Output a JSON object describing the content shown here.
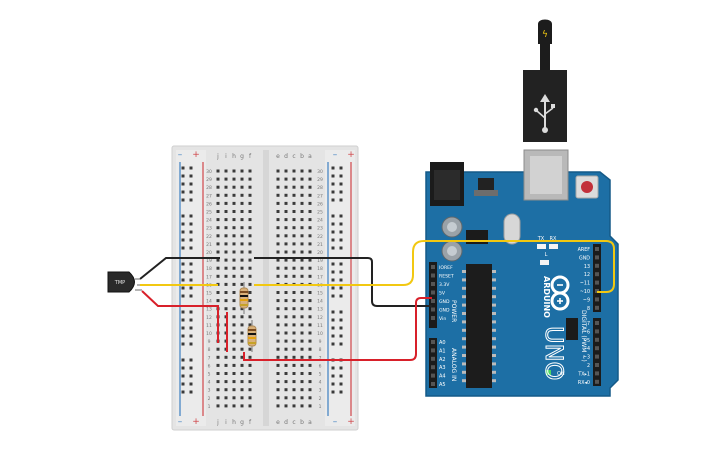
{
  "sensor": {
    "label": "TMP"
  },
  "breadboard": {
    "row_numbers": [
      "30",
      "29",
      "28",
      "27",
      "26",
      "25",
      "24",
      "23",
      "22",
      "21",
      "20",
      "19",
      "18",
      "17",
      "16",
      "15",
      "14",
      "13",
      "12",
      "11",
      "10",
      "9",
      "8",
      "7",
      "6",
      "5",
      "4",
      "3",
      "2",
      "1"
    ],
    "rail_minus": "–",
    "rail_plus": "+",
    "col_left": [
      "j",
      "i",
      "h",
      "g",
      "f"
    ],
    "col_right": [
      "e",
      "d",
      "c",
      "b",
      "a"
    ]
  },
  "arduino": {
    "brand": "ARDUINO",
    "model": "UNO",
    "led_on": "ON",
    "led_tx": "TX",
    "led_rx": "RX",
    "led_l": "L",
    "power_header_title": "POWER",
    "analog_header_title": "ANALOG IN",
    "digital_header_title": "DIGITAL (PWM ~)",
    "power_pins": [
      "IOREF",
      "RESET",
      "3.3V",
      "5V",
      "GND",
      "GND",
      "Vin"
    ],
    "analog_pins": [
      "A0",
      "A1",
      "A2",
      "A3",
      "A4",
      "A5"
    ],
    "digital_top_pins": [
      "AREF",
      "GND",
      "13",
      "12",
      "~11",
      "~10",
      "~9",
      "8"
    ],
    "digital_bottom_pins": [
      "7",
      "~6",
      "~5",
      "4",
      "~3",
      "2",
      "TX▸1",
      "RX◂0"
    ]
  },
  "wire_colors": {
    "black": "#222222",
    "yellow": "#f2c811",
    "red": "#d8202a"
  },
  "colors": {
    "board_blue": "#1d6fa5",
    "breadboard": "#e6e6e6",
    "rail_red": "#d0474b",
    "rail_blue": "#3c7fc0"
  }
}
